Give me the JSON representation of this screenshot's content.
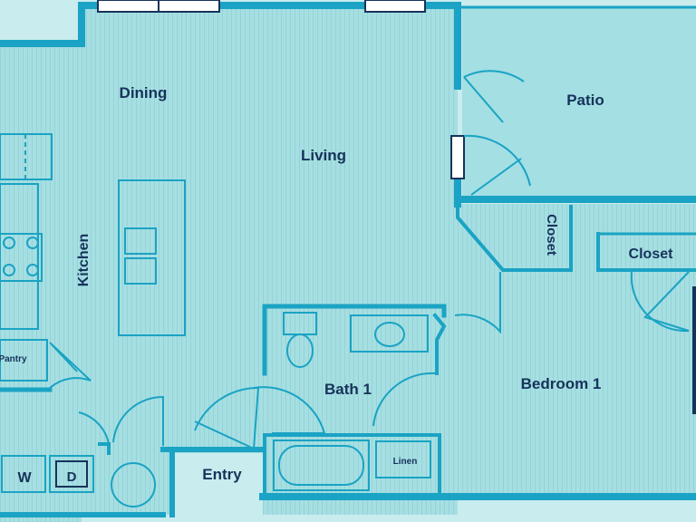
{
  "rooms": {
    "dining": "Dining",
    "living": "Living",
    "patio": "Patio",
    "kitchen": "Kitchen",
    "closet_hall": "Closet",
    "closet_bedroom": "Closet",
    "bath": "Bath 1",
    "bedroom": "Bedroom 1",
    "pantry": "Pantry",
    "linen": "Linen",
    "entry": "Entry"
  },
  "appliances": {
    "washer": "W",
    "dryer": "D"
  },
  "colors": {
    "wall": "#1aa3c4",
    "floor": "#a6dfe2",
    "patio": "#a3dfe3",
    "label": "#16335a",
    "outside": "#c9ecee"
  }
}
